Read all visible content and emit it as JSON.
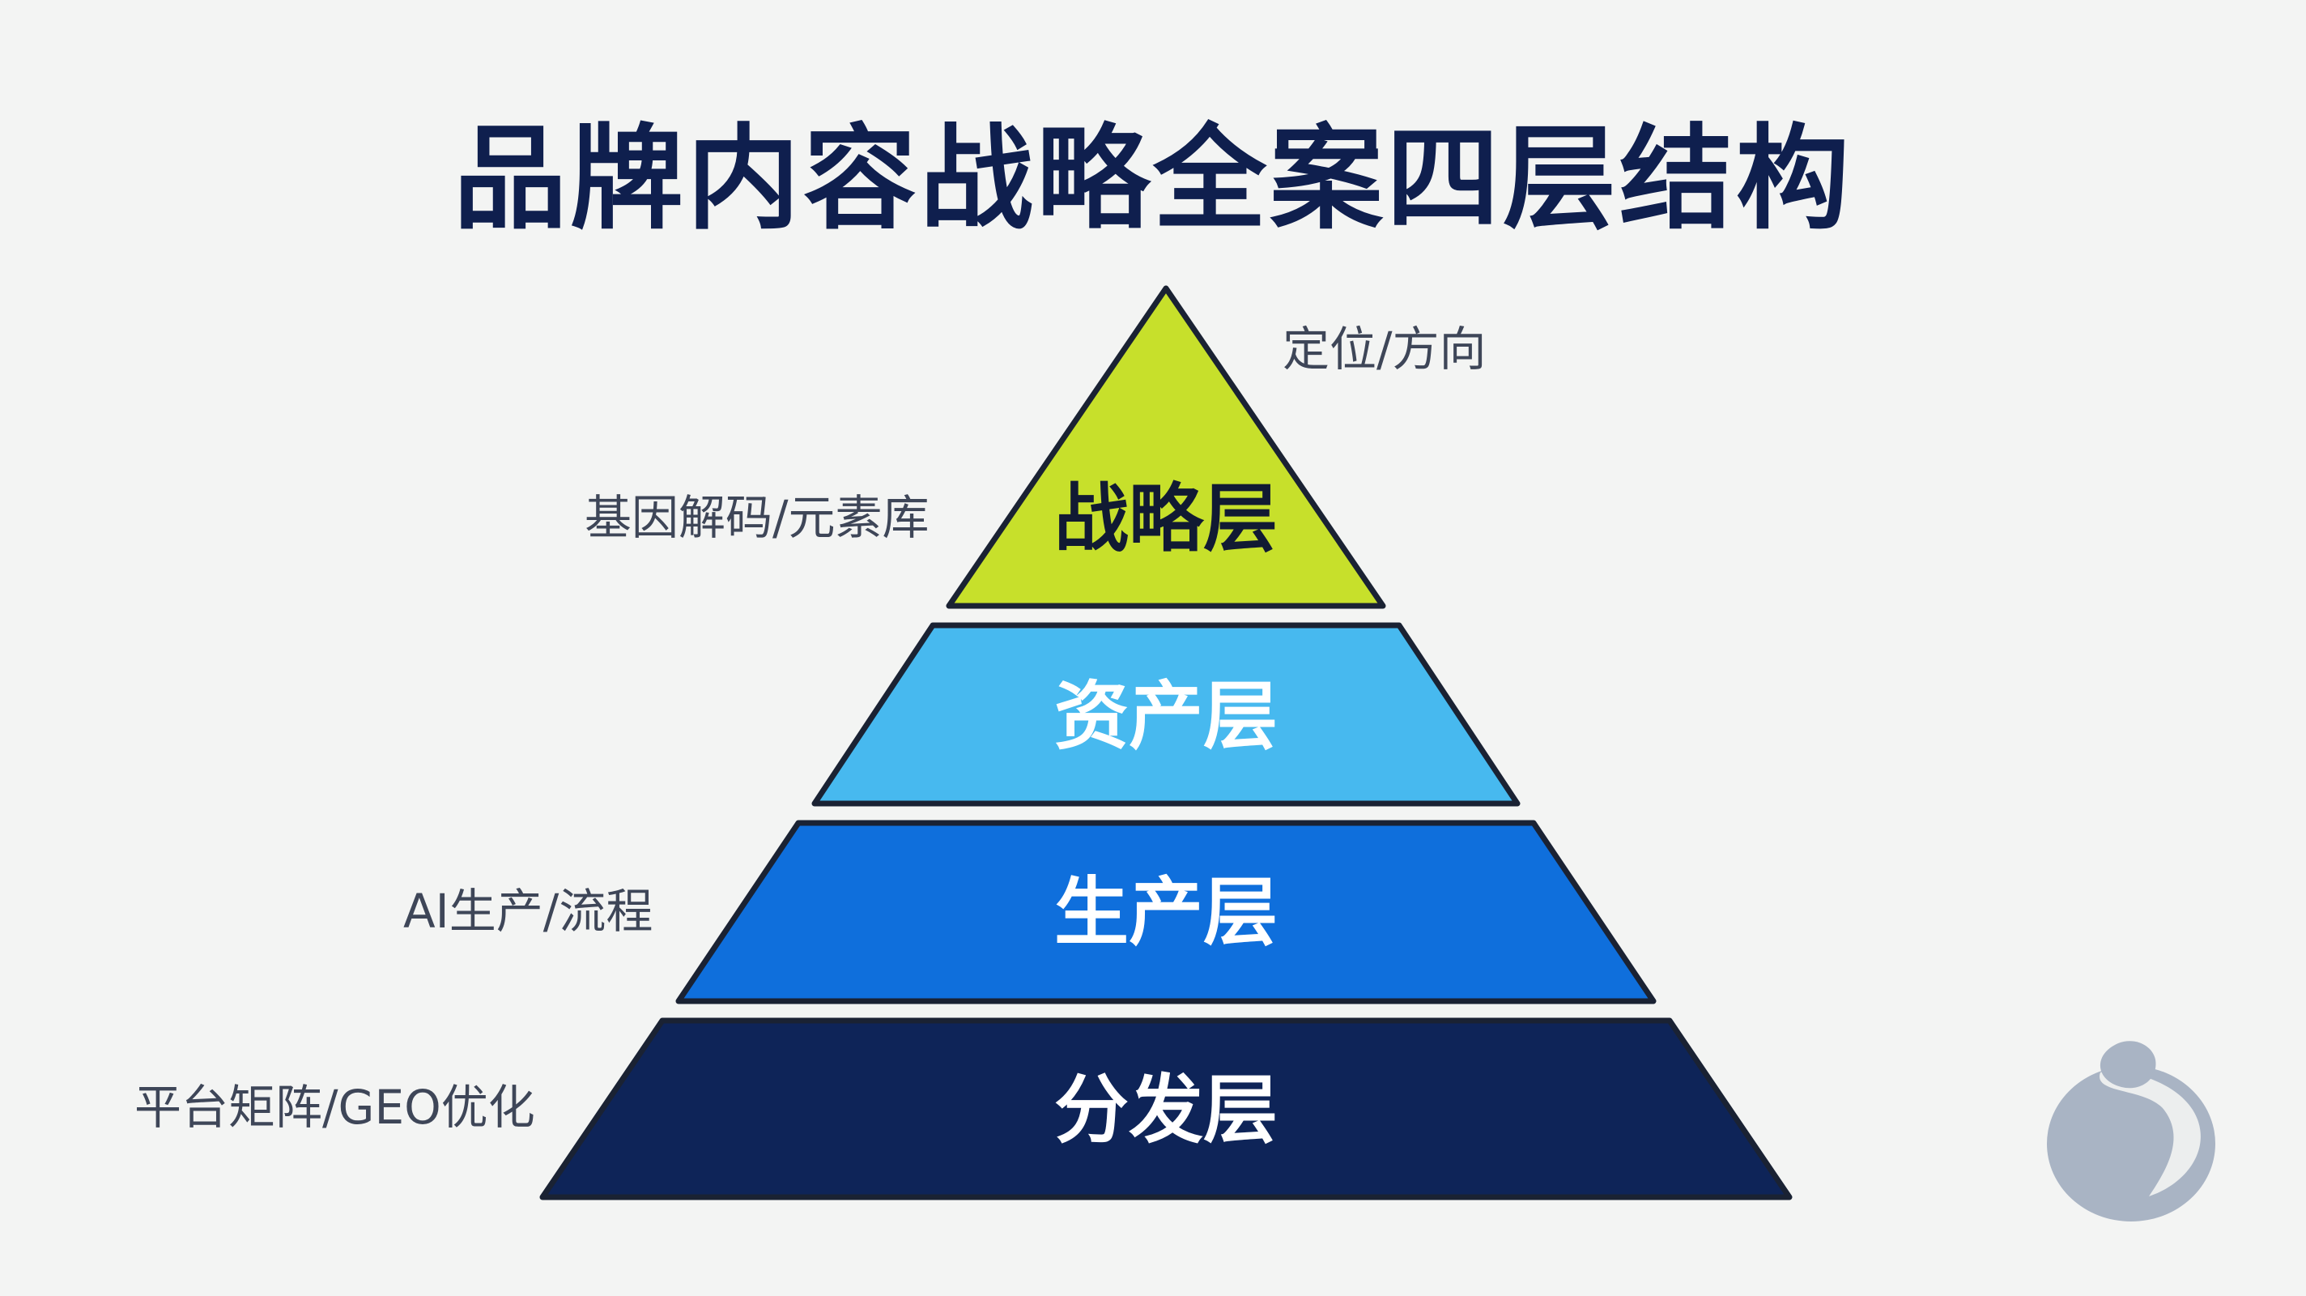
{
  "title": "品牌内容战略全案四层结构",
  "pyramid": {
    "layers": [
      {
        "label": "战略层",
        "color": "#c7e02b",
        "text_color": "#111a33"
      },
      {
        "label": "资产层",
        "color": "#47b9ef",
        "text_color": "#ffffff"
      },
      {
        "label": "生产层",
        "color": "#0f6fdc",
        "text_color": "#ffffff"
      },
      {
        "label": "分发层",
        "color": "#0e2458",
        "text_color": "#ffffff"
      }
    ],
    "outline_color": "#1a2233"
  },
  "annotations": {
    "positioning": "定位/方向",
    "gene": "基因解码/元素库",
    "ai_production": "AI生产/流程",
    "platform": "平台矩阵/GEO优化"
  },
  "logo": {
    "icon": "brand-logo-icon",
    "color": "#a9b4c4"
  }
}
